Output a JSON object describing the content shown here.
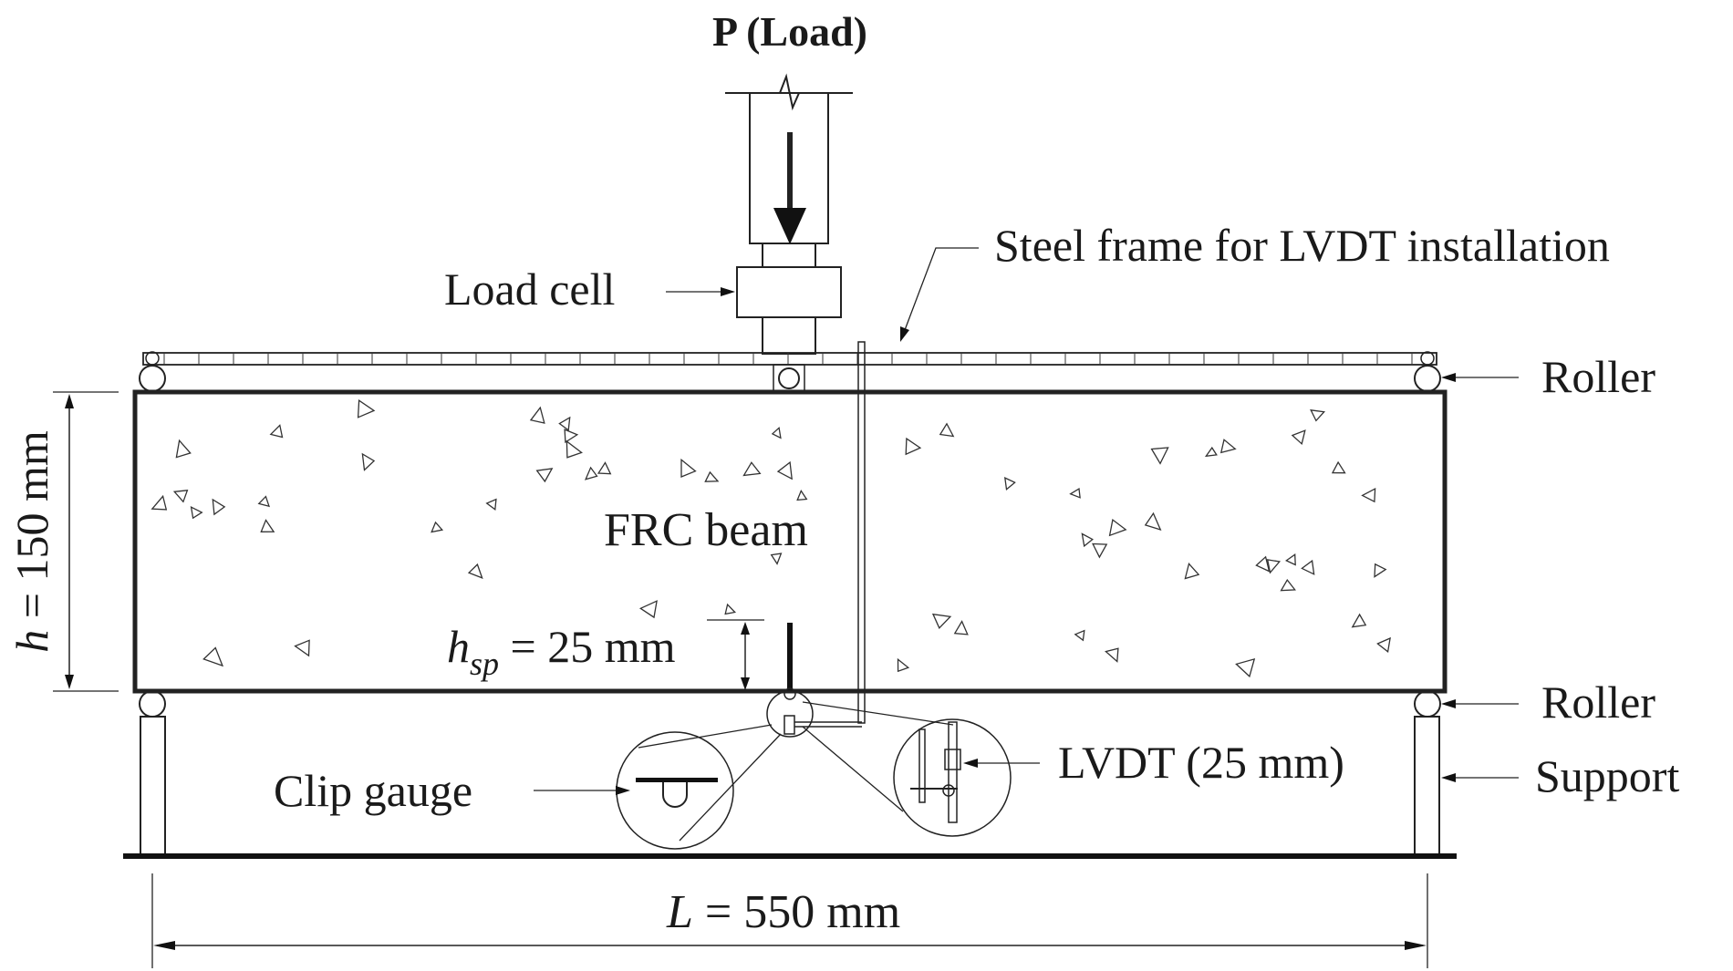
{
  "labels": {
    "load": "P (Load)",
    "load_cell": "Load cell",
    "steel_frame": "Steel frame for LVDT installation",
    "roller_top": "Roller",
    "roller_bottom": "Roller",
    "support": "Support",
    "beam": "FRC beam",
    "height_var": "h",
    "height_value": " = 150 mm",
    "notch_var": "h",
    "notch_sub": "sp",
    "notch_value": " = 25 mm",
    "clip_gauge": "Clip gauge",
    "lvdt": "LVDT (25 mm)",
    "span_var": "L",
    "span_value": " = 550 mm"
  },
  "colors": {
    "line": "#222222",
    "text": "#1a1a1a",
    "background": "#ffffff"
  }
}
